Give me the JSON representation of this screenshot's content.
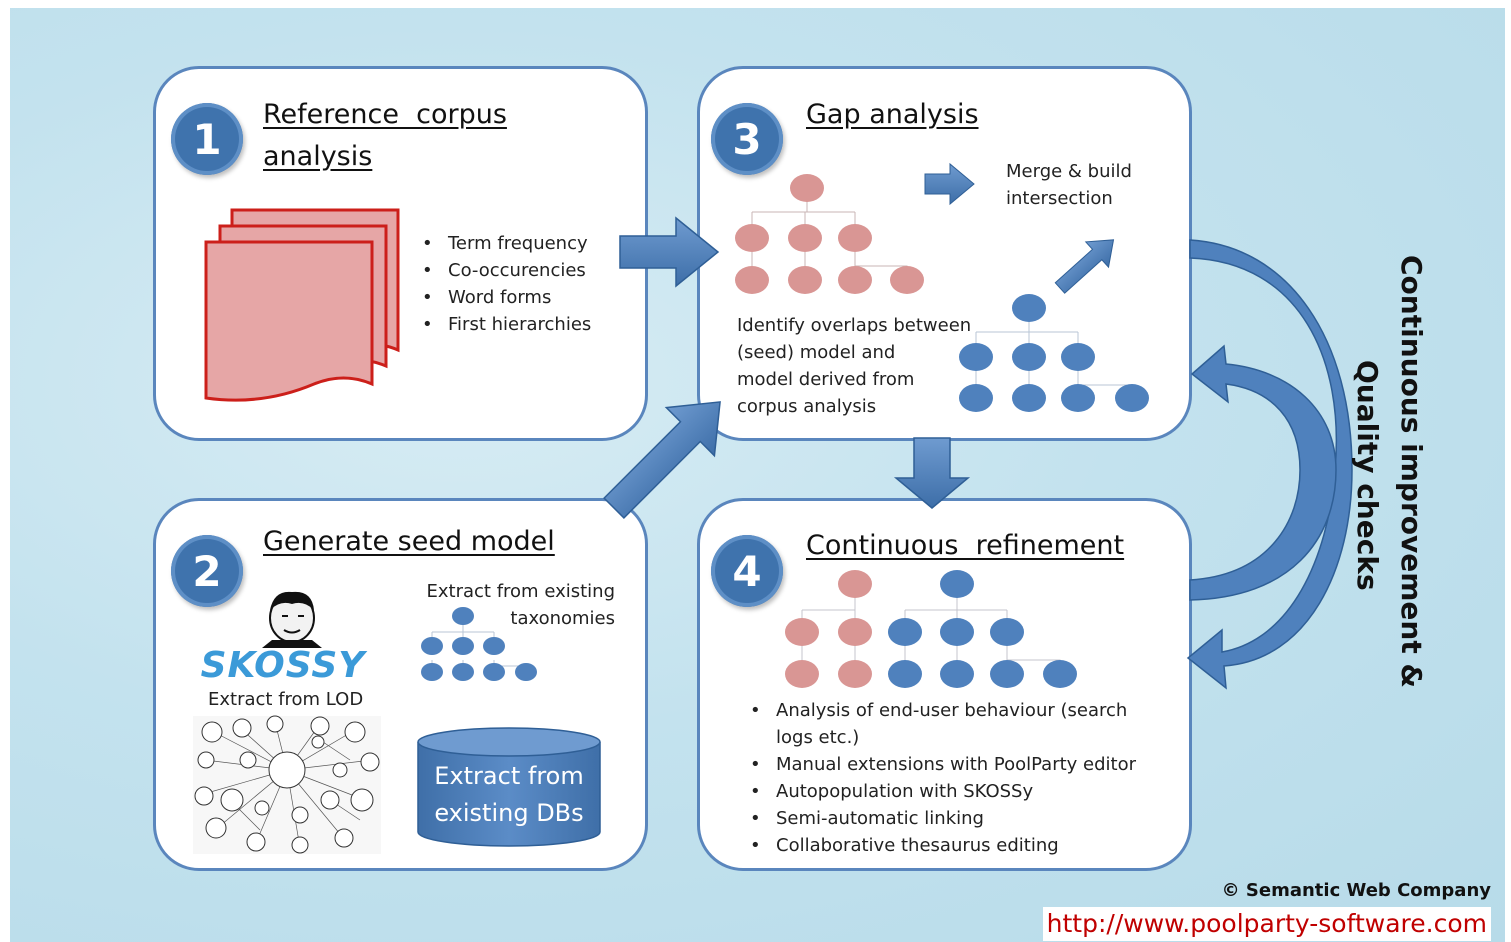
{
  "steps": [
    {
      "number": "1",
      "title_line1": "Reference  corpus",
      "title_line2": "analysis",
      "bullets": [
        "Term frequency",
        "Co-occurencies",
        "Word forms",
        "First hierarchies"
      ]
    },
    {
      "number": "2",
      "title": "Generate seed model",
      "skossy_logo": "SKOSSY",
      "lod_caption": "Extract from LOD",
      "taxonomy_caption_line1": "Extract from existing",
      "taxonomy_caption_line2": "taxonomies",
      "db_label_line1": "Extract from",
      "db_label_line2": "existing DBs"
    },
    {
      "number": "3",
      "title": "Gap analysis",
      "merge_line1": "Merge & build",
      "merge_line2": "intersection",
      "overlap_lines": [
        "Identify overlaps between",
        "(seed) model and",
        "model derived from",
        "corpus analysis"
      ]
    },
    {
      "number": "4",
      "title": "Continuous  refinement",
      "bullets": [
        "Analysis of end-user behaviour (search",
        "logs etc.)",
        "Manual extensions with PoolParty editor",
        "Autopopulation with SKOSSy",
        "Semi-automatic linking",
        "Collaborative thesaurus editing"
      ]
    }
  ],
  "side_label_line1": "Continuous improvement &",
  "side_label_line2": "Quality checks",
  "copyright": "© Semantic Web Company",
  "url": "http://www.poolparty-software.com",
  "colors": {
    "panel_border": "#5a86bd",
    "badge": "#3f73ad",
    "arrow": "#4f81bd",
    "pink_node": "#d99694",
    "blue_node": "#4f81bd",
    "doc_fill": "#e6a6a6",
    "doc_border": "#cc1f1a",
    "url_red": "#c00000"
  },
  "icons": [
    "document-stack-icon",
    "tree-icon",
    "arrow-icon",
    "database-icon",
    "lod-graph-icon",
    "curved-cycle-arrow-icon"
  ]
}
